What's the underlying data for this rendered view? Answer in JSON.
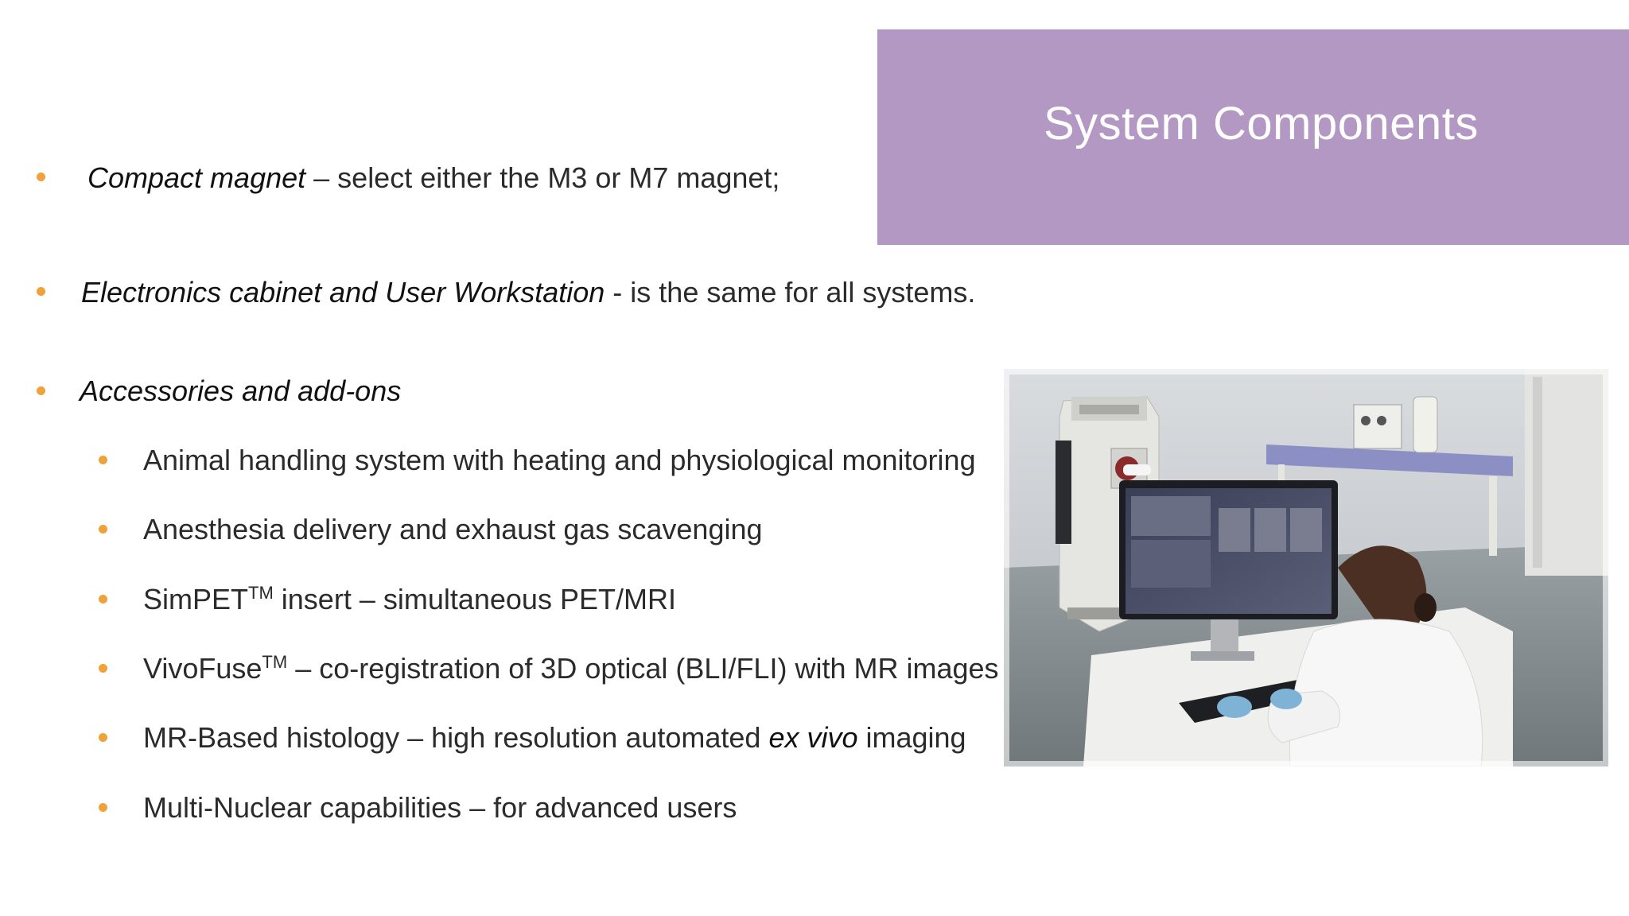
{
  "title": "System Components",
  "bullets": [
    {
      "italic": "Compact magnet",
      "rest": " – select either the M3 or M7 magnet;"
    },
    {
      "italic": "Electronics cabinet and User Workstation",
      "rest": " - is the same for all systems."
    },
    {
      "italic": "Accessories and add-ons",
      "rest": ""
    }
  ],
  "sub_bullets": {
    "animal": "Animal handling system with heating and physiological monitoring",
    "anesthesia": "Anesthesia delivery and exhaust gas scavenging",
    "simpet_name": "SimPET",
    "simpet_sup": "TM",
    "simpet_rest": " insert – simultaneous PET/MRI",
    "vivofuse_name": "VivoFuse",
    "vivofuse_sup": "TM",
    "vivofuse_rest": " – co-registration of 3D optical (BLI/FLI) with MR images",
    "histology_pre": "MR-Based histology – high resolution automated ",
    "histology_italic": "ex vivo",
    "histology_post": " imaging",
    "multinuclear": "Multi-Nuclear capabilities – for advanced users"
  },
  "colors": {
    "title_bg": "#b298c2",
    "bullet": "#f0a13a",
    "text": "#2b2b2b"
  },
  "image": {
    "icon": "lab-workstation-photo"
  }
}
